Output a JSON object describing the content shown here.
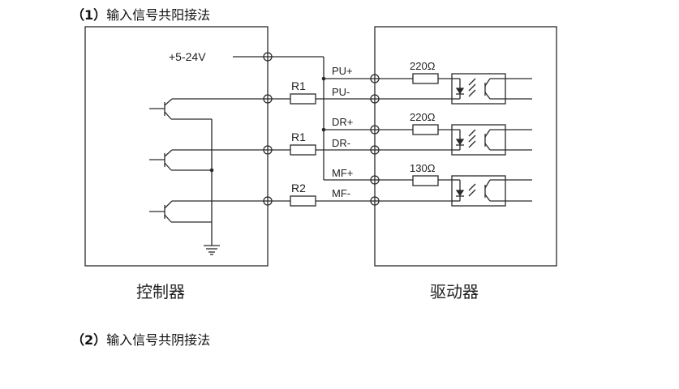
{
  "headings": {
    "section1_num": "（1）",
    "section1_text": "输入信号共阳接法",
    "section2_num": "（2）",
    "section2_text": "输入信号共阴接法"
  },
  "blocks": {
    "controller": "控制器",
    "driver": "驱动器"
  },
  "supply": {
    "label": "+5-24V"
  },
  "resistors": {
    "r_pu": "R1",
    "r_dr": "R1",
    "r_mf": "R2",
    "r_in_pu": "220Ω",
    "r_in_dr": "220Ω",
    "r_in_mf": "130Ω"
  },
  "terminals": {
    "pu_plus": "PU+",
    "pu_minus": "PU-",
    "dr_plus": "DR+",
    "dr_minus": "DR-",
    "mf_plus": "MF+",
    "mf_minus": "MF-"
  },
  "colors": {
    "line": "#2a2a2a",
    "text": "#222222",
    "background": "#ffffff"
  }
}
